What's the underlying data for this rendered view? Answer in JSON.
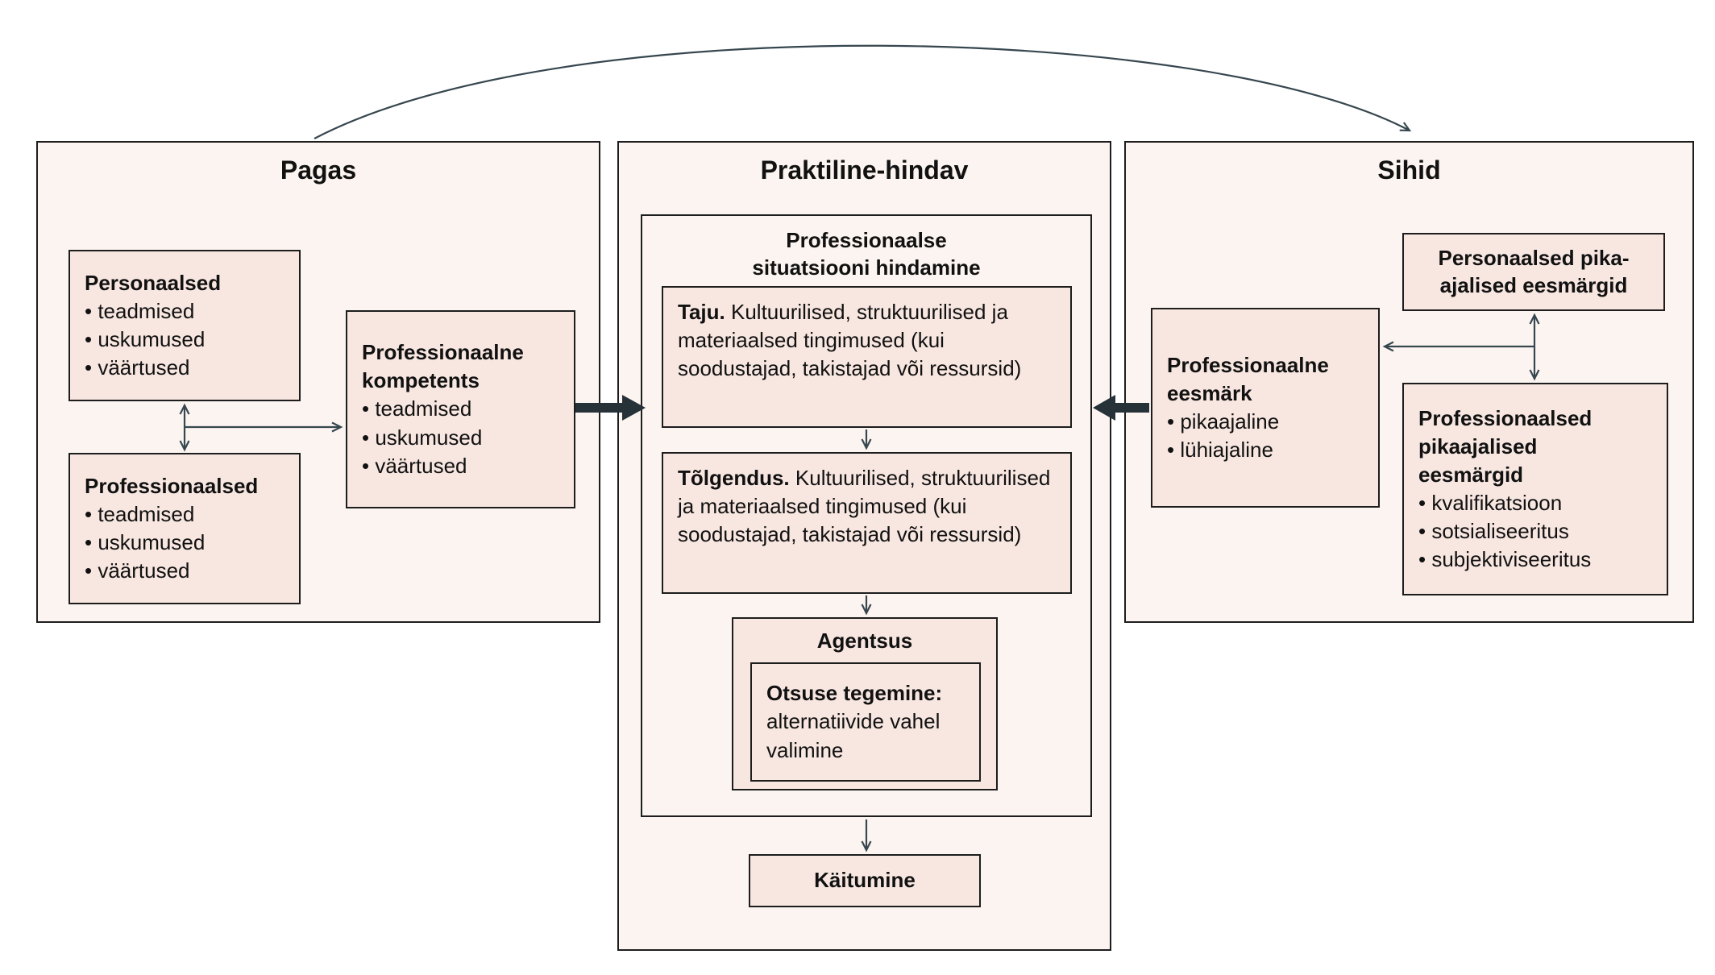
{
  "colors": {
    "background": "#ffffff",
    "panel_bg": "#fcf4f0",
    "box_bg": "#f8e7e1",
    "border": "#1d1d1d",
    "arrow": "#37474f",
    "arrow_dark": "#263238",
    "text": "#111111"
  },
  "pagas": {
    "title": "Pagas",
    "personal": {
      "title": "Personaalsed",
      "items": [
        "teadmised",
        "uskumused",
        "väärtused"
      ]
    },
    "professional": {
      "title": "Professionaalsed",
      "items": [
        "teadmised",
        "uskumused",
        "väärtused"
      ]
    },
    "competence": {
      "title": "Professionaalne kompetents",
      "items": [
        "teadmised",
        "uskumused",
        "väärtused"
      ]
    }
  },
  "praktiline": {
    "title": "Praktiline-hindav",
    "assessment_title": "Professionaalse situatsiooni hindamine",
    "taju": {
      "lead": "Taju.",
      "text": "Kultuurilised, struktuurilised ja materiaalsed tingimused (kui soodustajad, takistajad või ressursid)"
    },
    "tolgendus": {
      "lead": "Tõlgendus.",
      "text": "Kultuurilised, struktuurilised ja materiaalsed tingimused (kui soodustajad, takistajad või ressursid)"
    },
    "agentsus": {
      "title": "Agentsus"
    },
    "decision": {
      "lead": "Otsuse tegemine:",
      "text": "alternatiivide vahel valimine"
    },
    "behavior": "Käitumine"
  },
  "sihid": {
    "title": "Sihid",
    "personal_goals": "Personaalsed pika-ajalised eesmärgid",
    "professional_goal": {
      "title": "Professionaalne eesmärk",
      "items": [
        "pikaajaline",
        "lühiajaline"
      ]
    },
    "professional_goals": {
      "title": "Professionaalsed pikaajalised eesmärgid",
      "items": [
        "kvalifikatsioon",
        "sotsialiseeritus",
        "subjektiviseeritus"
      ]
    }
  }
}
